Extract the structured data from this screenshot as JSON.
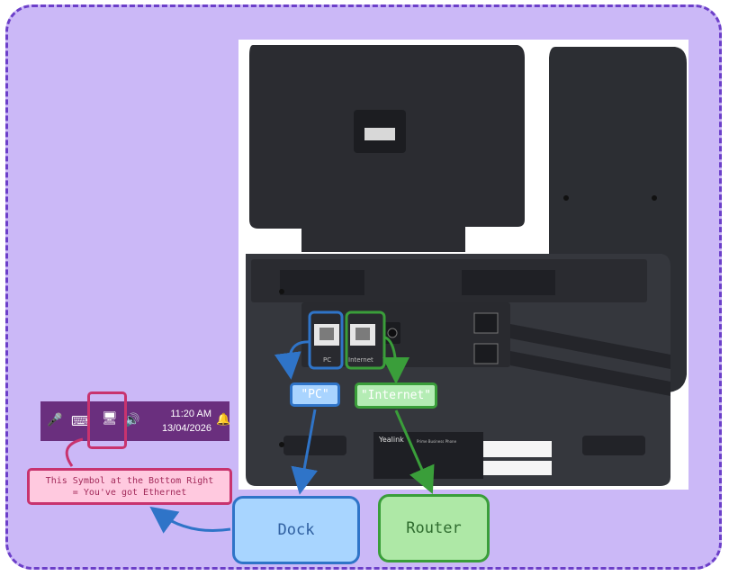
{
  "taskbar": {
    "time": "11:20 AM",
    "date": "13/04/2026",
    "icons": [
      "microphone-icon",
      "keyboard-icon",
      "ethernet-icon",
      "sound-icon",
      "notification-bell-icon"
    ]
  },
  "annotations": {
    "pc_tag": "\"PC\"",
    "internet_tag": "\"Internet\"",
    "dock_box": "Dock",
    "router_box": "Router",
    "note_line1": "This Symbol at the Bottom Right",
    "note_line2": "= You've got Ethernet"
  },
  "phone": {
    "brand": "Yealink",
    "port_pc": "PC",
    "port_internet": "Internet",
    "model": "Prime Business Phone"
  },
  "colors": {
    "background": "#cbb8f7",
    "frame_border": "#6c3fc9",
    "pc_blue": "#2f74c8",
    "internet_green": "#3a9e3a",
    "note_pink": "#c8336e",
    "taskbar": "#6a2f7e"
  }
}
